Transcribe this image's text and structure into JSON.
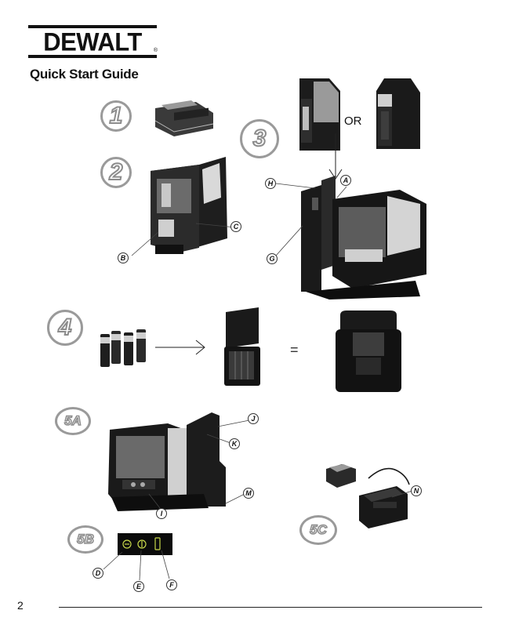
{
  "brand": {
    "logo_text": "DEWALT",
    "registered_mark": "®"
  },
  "header": {
    "title": "Quick Start Guide"
  },
  "steps": {
    "s1": "1",
    "s2": "2",
    "s3": "3",
    "s4": "4",
    "s5a": "5A",
    "s5b": "5B",
    "s5c": "5C"
  },
  "step3": {
    "or_label": "OR"
  },
  "step4": {
    "equals_symbol": "="
  },
  "callouts": {
    "A": "A",
    "B": "B",
    "C": "C",
    "D": "D",
    "E": "E",
    "F": "F",
    "G": "G",
    "H": "H",
    "I": "I",
    "J": "J",
    "K": "K",
    "M": "M",
    "N": "N"
  },
  "footer": {
    "page_number": "2"
  }
}
